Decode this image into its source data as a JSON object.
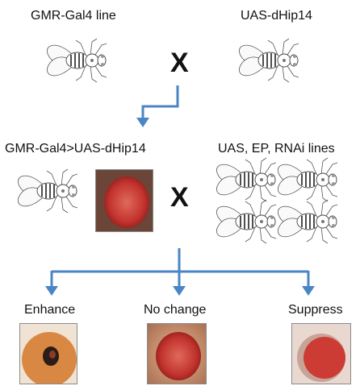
{
  "top": {
    "left_line_label": "GMR-Gal4 line",
    "right_line_label": "UAS-dHip14",
    "cross_symbol": "X"
  },
  "middle": {
    "progeny_label": "GMR-Gal4>UAS-dHip14",
    "screen_lines_label": "UAS, EP, RNAi lines",
    "cross_symbol": "X"
  },
  "outcomes": [
    {
      "label": "Enhance"
    },
    {
      "label": "No change"
    },
    {
      "label": "Suppress"
    }
  ],
  "colors": {
    "arrow": "#4a86c5",
    "eye_red": "#c2332e",
    "eye_enhance": "#d98844"
  }
}
